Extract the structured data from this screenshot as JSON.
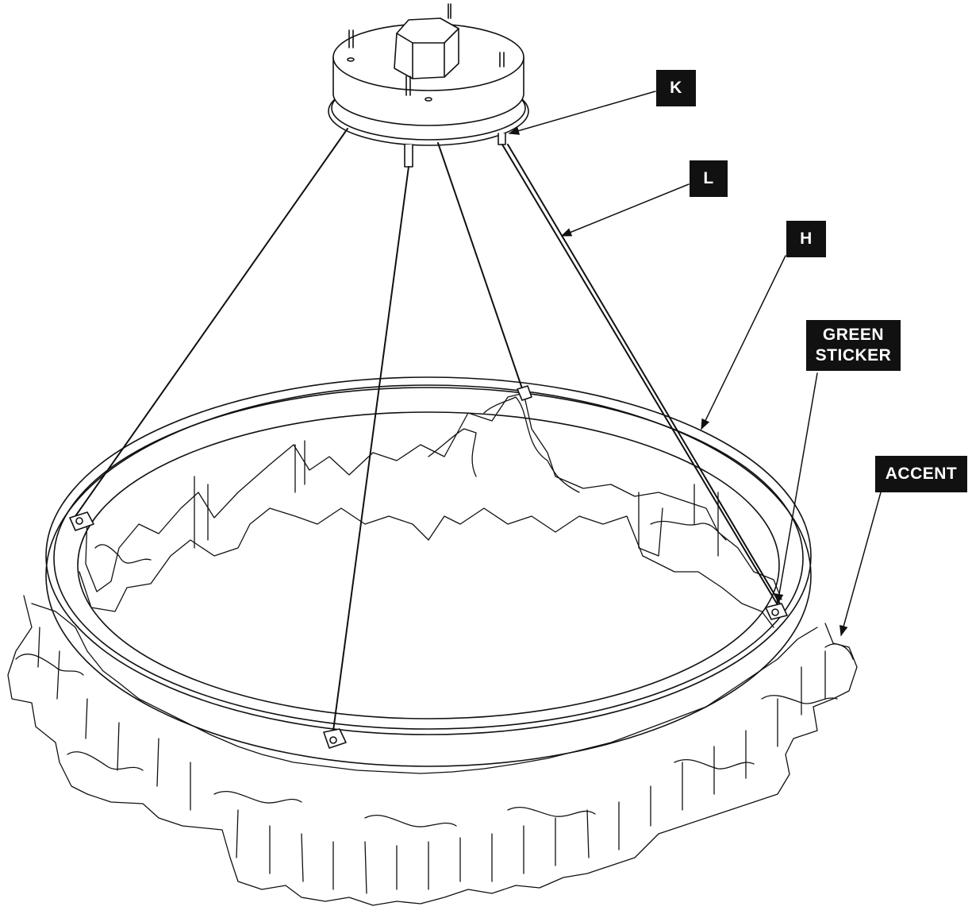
{
  "callouts": {
    "k": "K",
    "l": "L",
    "h": "H",
    "green_sticker_line1": "GREEN",
    "green_sticker_line2": "STICKER",
    "accent": "ACCENT"
  }
}
